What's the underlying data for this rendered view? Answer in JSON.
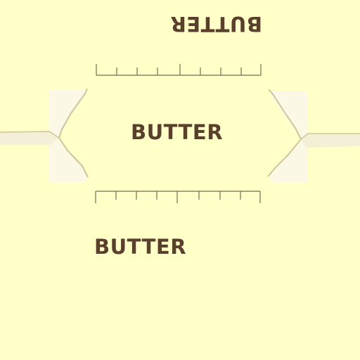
{
  "labels": {
    "top_mirrored": "BUTTER",
    "center": "BUTTER",
    "bottom": "BUTTER"
  },
  "colors": {
    "background": "#ffffc8",
    "text": "#5a3f2c",
    "paper": "#fbf8e6",
    "paper_edge": "#cfc59a",
    "tick": "#7a6a55"
  }
}
